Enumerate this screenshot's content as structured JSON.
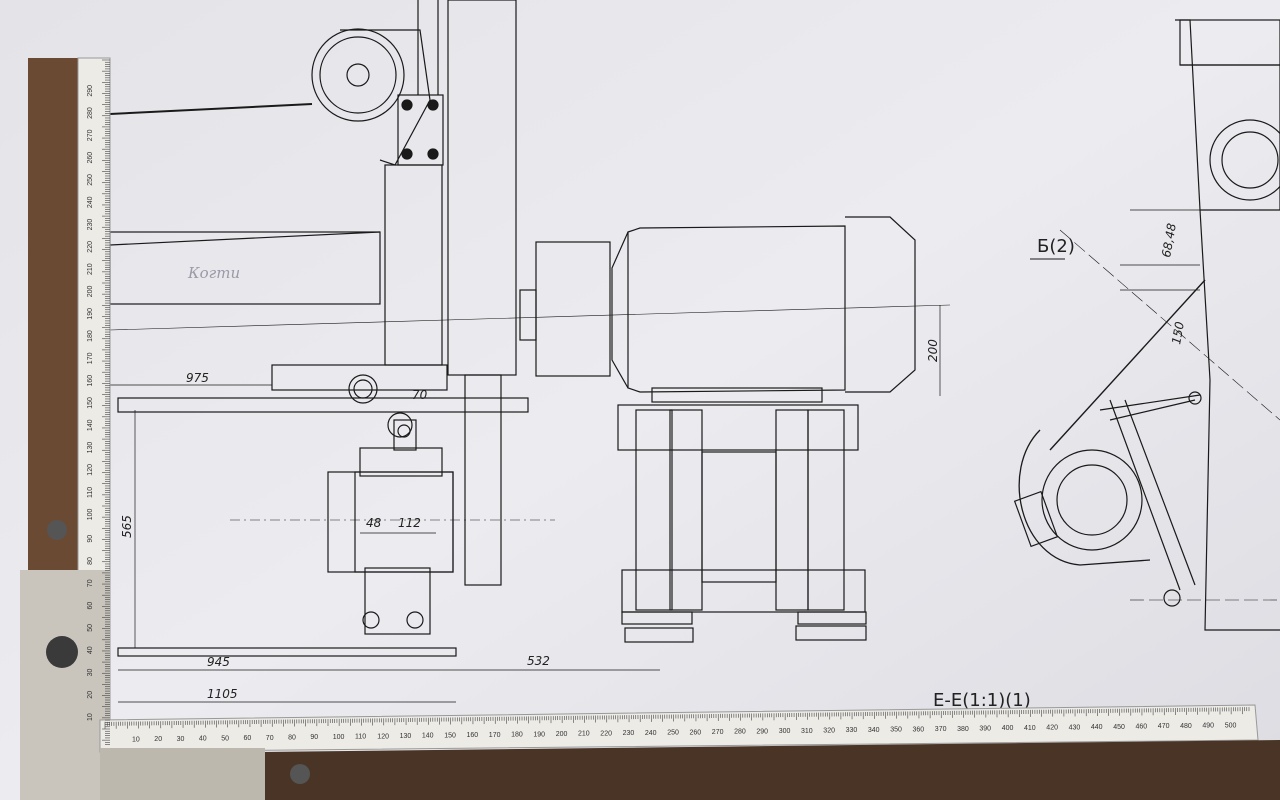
{
  "drawing": {
    "section_marker": "Б(2)",
    "section_title": "E-E(1:1)(1)",
    "handwritten_note": "Когти",
    "dimensions": {
      "d_975": "975",
      "d_70": "70",
      "d_565": "565",
      "d_48": "48",
      "d_112": "112",
      "d_945": "945",
      "d_532": "532",
      "d_1105": "1105",
      "d_200": "200",
      "d_6848": "68,48",
      "d_150": "150"
    }
  },
  "ruler": {
    "horizontal_labels": [
      "10",
      "20",
      "30",
      "40",
      "50",
      "60",
      "70",
      "80",
      "90",
      "100",
      "110",
      "120",
      "130",
      "140",
      "150",
      "160",
      "170",
      "180",
      "190",
      "200",
      "210",
      "220",
      "230",
      "240",
      "250",
      "260",
      "270",
      "280",
      "290",
      "300",
      "310",
      "320",
      "330",
      "340",
      "350",
      "360",
      "370",
      "380",
      "390",
      "400",
      "410",
      "420",
      "430",
      "440",
      "450",
      "460",
      "470",
      "480",
      "490",
      "500"
    ],
    "vertical_labels": [
      "10",
      "20",
      "30",
      "40",
      "50",
      "60",
      "70",
      "80",
      "90",
      "100",
      "110",
      "120",
      "130",
      "140",
      "150",
      "160",
      "170",
      "180",
      "190",
      "200",
      "210",
      "220",
      "230",
      "240",
      "250",
      "260",
      "270",
      "280",
      "290"
    ]
  },
  "colors": {
    "paper": "#e8e8ec",
    "line": "#1a1a1a",
    "ruler": "#ecebe6",
    "wood": "#6b4a33"
  }
}
